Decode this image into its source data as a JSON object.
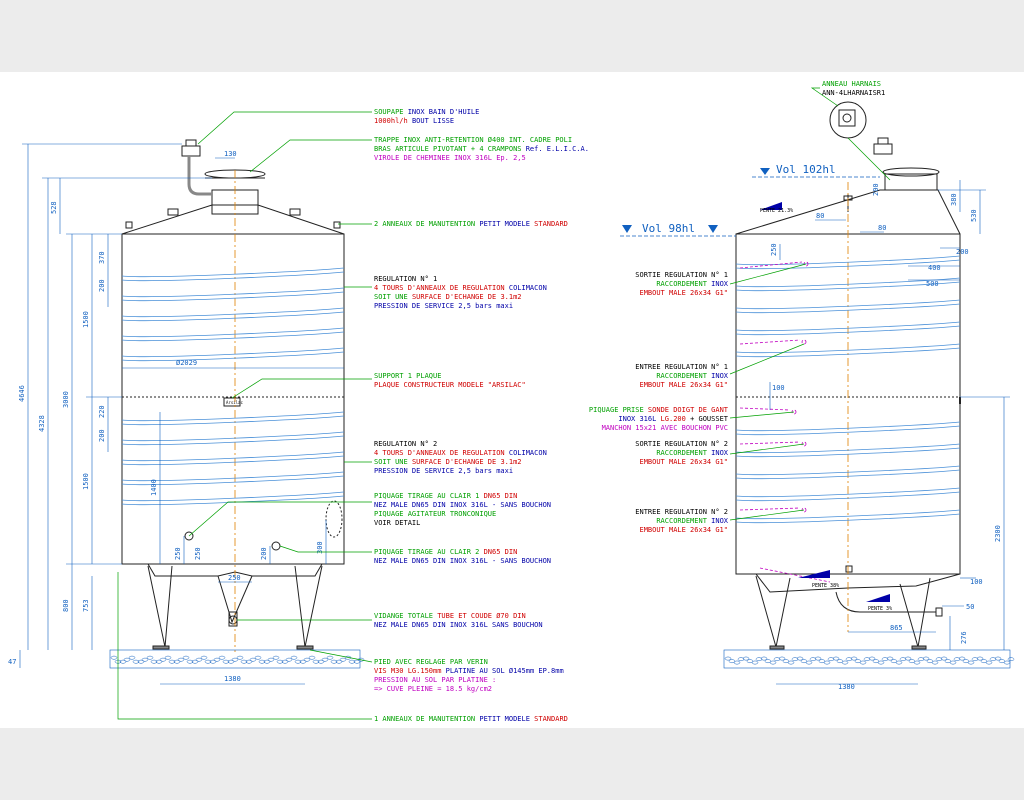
{
  "colors": {
    "green": "#00a000",
    "blue": "#0000a8",
    "red": "#d00000",
    "magenta": "#c000c0",
    "coil": "#4a90d8",
    "dim": "#1060c0",
    "axis": "#e08000"
  },
  "left": {
    "callouts": [
      {
        "lines": [
          {
            "segs": [
              {
                "t": "SOUPAPE ",
                "c": "g"
              },
              {
                "t": "INOX BAIN D'HUILE",
                "c": "b"
              }
            ]
          },
          {
            "segs": [
              {
                "t": "1000hl/h ",
                "c": "r"
              },
              {
                "t": "BOUT LISSE",
                "c": "b"
              }
            ]
          }
        ]
      },
      {
        "lines": [
          {
            "segs": [
              {
                "t": "TRAPPE INOX ANTI-RETENTION Ø400 INT. CADRE POLI",
                "c": "g"
              }
            ]
          },
          {
            "segs": [
              {
                "t": "BRAS ARTICULE PIVOTANT + 4 CRAMPONS ",
                "c": "g"
              },
              {
                "t": "Ref. E.L.I.C.A.",
                "c": "b"
              }
            ]
          },
          {
            "segs": [
              {
                "t": "VIROLE DE CHEMINEE INOX 316L Ep. 2,5",
                "c": "m"
              }
            ]
          }
        ]
      },
      {
        "lines": [
          {
            "segs": [
              {
                "t": "2 ANNEAUX DE MANUTENTION ",
                "c": "g"
              },
              {
                "t": "PETIT MODELE ",
                "c": "b"
              },
              {
                "t": "STANDARD",
                "c": "r"
              }
            ]
          }
        ]
      },
      {
        "lines": [
          {
            "segs": [
              {
                "t": "REGULATION N° 1",
                "c": "k"
              }
            ]
          },
          {
            "segs": [
              {
                "t": "4 TOURS D'ANNEAUX DE REGULATION ",
                "c": "r"
              },
              {
                "t": "COLIMACON",
                "c": "b"
              }
            ]
          },
          {
            "segs": [
              {
                "t": "SOIT UNE ",
                "c": "g"
              },
              {
                "t": "SURFACE D'ECHANGE DE 3.1m2",
                "c": "r"
              }
            ]
          },
          {
            "segs": [
              {
                "t": "PRESSION DE SERVICE 2,5 bars maxi",
                "c": "b"
              }
            ]
          }
        ]
      },
      {
        "lines": [
          {
            "segs": [
              {
                "t": "SUPPORT 1 PLAQUE",
                "c": "g"
              }
            ]
          },
          {
            "segs": [
              {
                "t": "PLAQUE CONSTRUCTEUR MODELE \"ARSILAC\"",
                "c": "r"
              }
            ]
          }
        ]
      },
      {
        "lines": [
          {
            "segs": [
              {
                "t": "REGULATION N° 2",
                "c": "k"
              }
            ]
          },
          {
            "segs": [
              {
                "t": "4 TOURS D'ANNEAUX DE REGULATION ",
                "c": "r"
              },
              {
                "t": "COLIMACON",
                "c": "b"
              }
            ]
          },
          {
            "segs": [
              {
                "t": "SOIT UNE ",
                "c": "g"
              },
              {
                "t": "SURFACE D'ECHANGE DE 3.1m2",
                "c": "r"
              }
            ]
          },
          {
            "segs": [
              {
                "t": "PRESSION DE SERVICE 2,5 bars maxi",
                "c": "b"
              }
            ]
          }
        ]
      },
      {
        "lines": [
          {
            "segs": [
              {
                "t": "PIQUAGE TIRAGE AU CLAIR 1 ",
                "c": "g"
              },
              {
                "t": "DN65 DIN",
                "c": "r"
              }
            ]
          },
          {
            "segs": [
              {
                "t": "NEZ MALE DN65 DIN INOX 316L - SANS BOUCHON",
                "c": "b"
              }
            ]
          },
          {
            "segs": [
              {
                "t": "PIQUAGE AGITATEUR TRONCONIQUE",
                "c": "g"
              }
            ]
          },
          {
            "segs": [
              {
                "t": "VOIR DETAIL",
                "c": "k"
              }
            ]
          }
        ]
      },
      {
        "lines": [
          {
            "segs": [
              {
                "t": "PIQUAGE TIRAGE AU CLAIR 2 ",
                "c": "g"
              },
              {
                "t": "DN65 DIN",
                "c": "r"
              }
            ]
          },
          {
            "segs": [
              {
                "t": "NEZ MALE DN65 DIN INOX 316L - SANS BOUCHON",
                "c": "b"
              }
            ]
          }
        ]
      },
      {
        "lines": [
          {
            "segs": [
              {
                "t": "VIDANGE TOTALE ",
                "c": "g"
              },
              {
                "t": "TUBE ET COUDE Ø70 DIN",
                "c": "r"
              }
            ]
          },
          {
            "segs": [
              {
                "t": "NEZ MALE DN65 DIN INOX 316L SANS BOUCHON",
                "c": "b"
              }
            ]
          }
        ]
      },
      {
        "lines": [
          {
            "segs": [
              {
                "t": "PIED AVEC REGLAGE PAR VERIN",
                "c": "g"
              }
            ]
          },
          {
            "segs": [
              {
                "t": "VIS M30 LG.150mm ",
                "c": "r"
              },
              {
                "t": "PLATINE AU SOL Ø145mm EP.8mm",
                "c": "b"
              }
            ]
          },
          {
            "segs": [
              {
                "t": "PRESSION AU SOL PAR PLATINE :",
                "c": "m"
              }
            ]
          },
          {
            "segs": [
              {
                "t": "=> CUVE PLEINE = 18.5 kg/cm2",
                "c": "m"
              }
            ]
          }
        ]
      },
      {
        "lines": [
          {
            "segs": [
              {
                "t": "1 ANNEAUX DE MANUTENTION ",
                "c": "g"
              },
              {
                "t": "PETIT MODELE ",
                "c": "b"
              },
              {
                "t": "STANDARD",
                "c": "r"
              }
            ]
          }
        ]
      }
    ],
    "dims": [
      "4646",
      "4328",
      "3000",
      "1500",
      "1500",
      "528",
      "370",
      "200",
      "220",
      "200",
      "800",
      "753",
      "47",
      "250",
      "1380",
      "1400",
      "250",
      "250",
      "200",
      "300",
      "130",
      "Ø2029"
    ],
    "plate_label": "Arsilac"
  },
  "right": {
    "ring": [
      "ANNEAU HARNAIS",
      "ANN-4LHARNAISR1"
    ],
    "vol_top": "Vol 102hl",
    "vol_mid": "Vol 98hl",
    "callouts": [
      {
        "lines": [
          {
            "segs": [
              {
                "t": "SORTIE REGULATION N° 1",
                "c": "k"
              }
            ]
          },
          {
            "segs": [
              {
                "t": "RACCORDEMENT ",
                "c": "g"
              },
              {
                "t": "INOX",
                "c": "b"
              }
            ]
          },
          {
            "segs": [
              {
                "t": "EMBOUT MALE 26x34 G1\"",
                "c": "r"
              }
            ]
          }
        ]
      },
      {
        "lines": [
          {
            "segs": [
              {
                "t": "ENTREE REGULATION N° 1",
                "c": "k"
              }
            ]
          },
          {
            "segs": [
              {
                "t": "RACCORDEMENT ",
                "c": "g"
              },
              {
                "t": "INOX",
                "c": "b"
              }
            ]
          },
          {
            "segs": [
              {
                "t": "EMBOUT MALE 26x34 G1\"",
                "c": "r"
              }
            ]
          }
        ]
      },
      {
        "lines": [
          {
            "segs": [
              {
                "t": "PIQUAGE PRISE ",
                "c": "g"
              },
              {
                "t": "SONDE DOIGT DE GANT",
                "c": "r"
              }
            ]
          },
          {
            "segs": [
              {
                "t": "INOX 316L ",
                "c": "b"
              },
              {
                "t": "LG.200 ",
                "c": "r"
              },
              {
                "t": "+ GOUSSET",
                "c": "k"
              }
            ]
          },
          {
            "segs": [
              {
                "t": "MANCHON 15x21 AVEC BOUCHON PVC",
                "c": "m"
              }
            ]
          }
        ]
      },
      {
        "lines": [
          {
            "segs": [
              {
                "t": "SORTIE REGULATION N° 2",
                "c": "k"
              }
            ]
          },
          {
            "segs": [
              {
                "t": "RACCORDEMENT ",
                "c": "g"
              },
              {
                "t": "INOX",
                "c": "b"
              }
            ]
          },
          {
            "segs": [
              {
                "t": "EMBOUT MALE 26x34 G1\"",
                "c": "r"
              }
            ]
          }
        ]
      },
      {
        "lines": [
          {
            "segs": [
              {
                "t": "ENTREE REGULATION N° 2",
                "c": "k"
              }
            ]
          },
          {
            "segs": [
              {
                "t": "RACCORDEMENT ",
                "c": "g"
              },
              {
                "t": "INOX",
                "c": "b"
              }
            ]
          },
          {
            "segs": [
              {
                "t": "EMBOUT MALE 26x34 G1\"",
                "c": "r"
              }
            ]
          }
        ]
      }
    ],
    "dims": [
      "200",
      "380",
      "530",
      "80",
      "80",
      "250",
      "200",
      "400",
      "500",
      "100",
      "2300",
      "100",
      "50",
      "276",
      "865",
      "1380"
    ],
    "slopes": [
      "PENTE 21.3%",
      "PENTE 38%",
      "PENTE 3%"
    ]
  }
}
